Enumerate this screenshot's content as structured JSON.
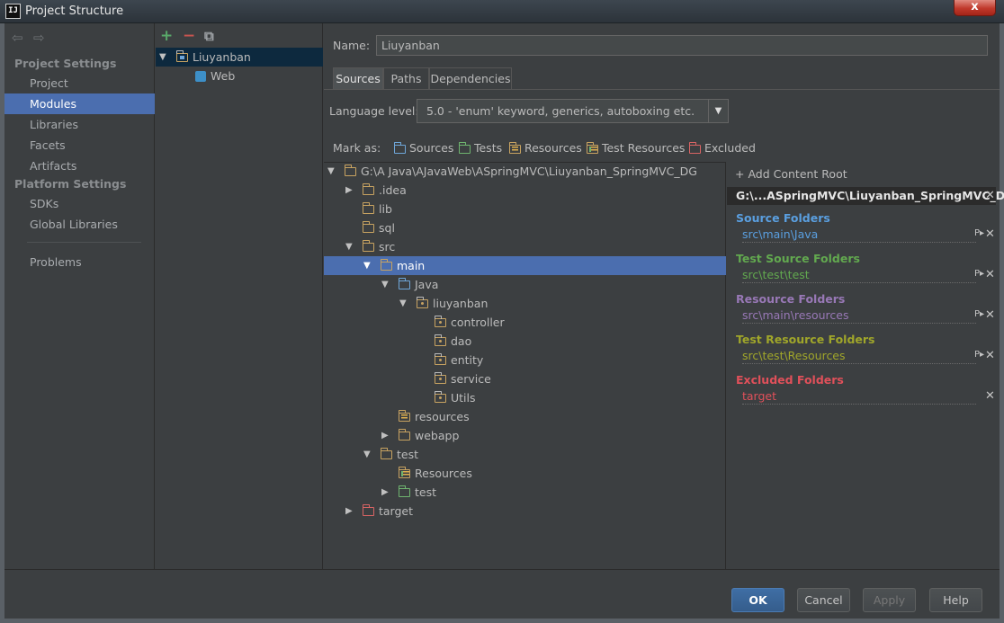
{
  "window": {
    "title": "Project Structure",
    "icon_text": "IJ",
    "close": "x"
  },
  "nav": {
    "back_icon": "⇦",
    "forward_icon": "⇨",
    "project_settings_header": "Project Settings",
    "project_items": [
      "Project",
      "Modules",
      "Libraries",
      "Facets",
      "Artifacts"
    ],
    "platform_settings_header": "Platform Settings",
    "platform_items": [
      "SDKs",
      "Global Libraries"
    ],
    "problems": "Problems",
    "selected": "Modules"
  },
  "modules": {
    "add": "+",
    "remove": "−",
    "copy": "⧉",
    "items": [
      "Liuyanban",
      "Web"
    ]
  },
  "module_form": {
    "name_label": "Name:",
    "name_value": "Liuyanban",
    "tabs": [
      "Sources",
      "Paths",
      "Dependencies"
    ],
    "active_tab": "Sources",
    "language_level_label": "Language level:",
    "language_level_value": "5.0 - 'enum' keyword, generics, autoboxing etc.",
    "mark_as_label": "Mark as:",
    "mark_as": [
      "Sources",
      "Tests",
      "Resources",
      "Test Resources",
      "Excluded"
    ]
  },
  "tree": [
    {
      "label": "G:\\A Java\\AJavaWeb\\ASpringMVC\\Liuyanban_SpringMVC_DG",
      "toggle": "▼"
    },
    {
      "label": ".idea",
      "toggle": "▶"
    },
    {
      "label": "lib",
      "toggle": ""
    },
    {
      "label": "sql",
      "toggle": ""
    },
    {
      "label": "src",
      "toggle": "▼"
    },
    {
      "label": "main",
      "toggle": "▼"
    },
    {
      "label": "Java",
      "toggle": "▼"
    },
    {
      "label": "liuyanban",
      "toggle": "▼"
    },
    {
      "label": "controller",
      "toggle": ""
    },
    {
      "label": "dao",
      "toggle": ""
    },
    {
      "label": "entity",
      "toggle": ""
    },
    {
      "label": "service",
      "toggle": ""
    },
    {
      "label": "Utils",
      "toggle": ""
    },
    {
      "label": "resources",
      "toggle": ""
    },
    {
      "label": "webapp",
      "toggle": "▶"
    },
    {
      "label": "test",
      "toggle": "▼"
    },
    {
      "label": "Resources",
      "toggle": ""
    },
    {
      "label": "test",
      "toggle": "▶"
    },
    {
      "label": "target",
      "toggle": "▶"
    }
  ],
  "content_root": {
    "add_label": "+ Add Content Root",
    "root_path": "G:\\...ASpringMVC\\Liuyanban_SpringMVC_DG",
    "sections": [
      {
        "title": "Source Folders",
        "path": "src\\main\\Java",
        "color": "#5a9fe0"
      },
      {
        "title": "Test Source Folders",
        "path": "src\\test\\test",
        "color": "#62a94f"
      },
      {
        "title": "Resource Folders",
        "path": "src\\main\\resources",
        "color": "#9878b6"
      },
      {
        "title": "Test Resource Folders",
        "path": "src\\test\\Resources",
        "color": "#a0a62a"
      },
      {
        "title": "Excluded Folders",
        "path": "target",
        "color": "#e0505a"
      }
    ],
    "remove_icon": "✕",
    "props_icon": "P▸"
  },
  "buttons": {
    "ok": "OK",
    "cancel": "Cancel",
    "apply": "Apply",
    "help": "Help"
  }
}
